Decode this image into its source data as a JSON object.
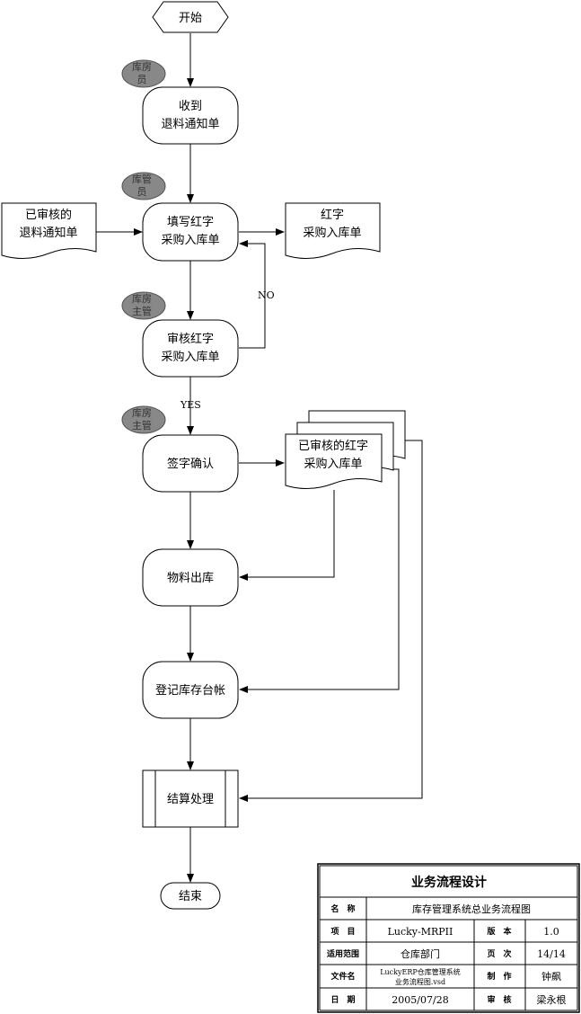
{
  "nodes": {
    "start": "开始",
    "receive": [
      "收到",
      "退料通知单"
    ],
    "fill_form": [
      "填写红字",
      "采购入库单"
    ],
    "approve_form": [
      "审核红字",
      "采购入库单"
    ],
    "sign_confirm": "签字确认",
    "material_out": "物料出库",
    "register_ledger": "登记库存台帐",
    "settlement": "结算处理",
    "end": "结束"
  },
  "documents": {
    "approved_return_notice": [
      "已审核的",
      "退料通知单"
    ],
    "red_purchase_receipt": [
      "红字",
      "采购入库单"
    ],
    "approved_red_receipt": [
      "已审核的红字",
      "采购入库单"
    ]
  },
  "roles": {
    "r1": [
      "库房",
      "员"
    ],
    "r2": [
      "库管",
      "员"
    ],
    "r3": [
      "库房",
      "主管"
    ],
    "r4": [
      "库房",
      "主管"
    ]
  },
  "edge_labels": {
    "no": "NO",
    "yes": "YES"
  },
  "title_block": {
    "title": "业务流程设计",
    "rows": [
      {
        "label": "名　称",
        "value": "库存管理系统总业务流程图"
      },
      {
        "label": "项　目",
        "value": "Lucky-MRPII",
        "label2": "版　本",
        "value2": "1.0"
      },
      {
        "label": "适用范围",
        "value": "仓库部门",
        "label2": "页　次",
        "value2": "14/14"
      },
      {
        "label": "文件名",
        "value": [
          "LuckyERP仓库管理系统",
          "业务流程图.vsd"
        ],
        "label2": "制　作",
        "value2": "钟飙"
      },
      {
        "label": "日　期",
        "value": "2005/07/28",
        "label2": "审　核",
        "value2": "梁永根"
      }
    ]
  },
  "colors": {
    "role_fill": "#888888",
    "line": "#000000",
    "background": "#ffffff"
  }
}
